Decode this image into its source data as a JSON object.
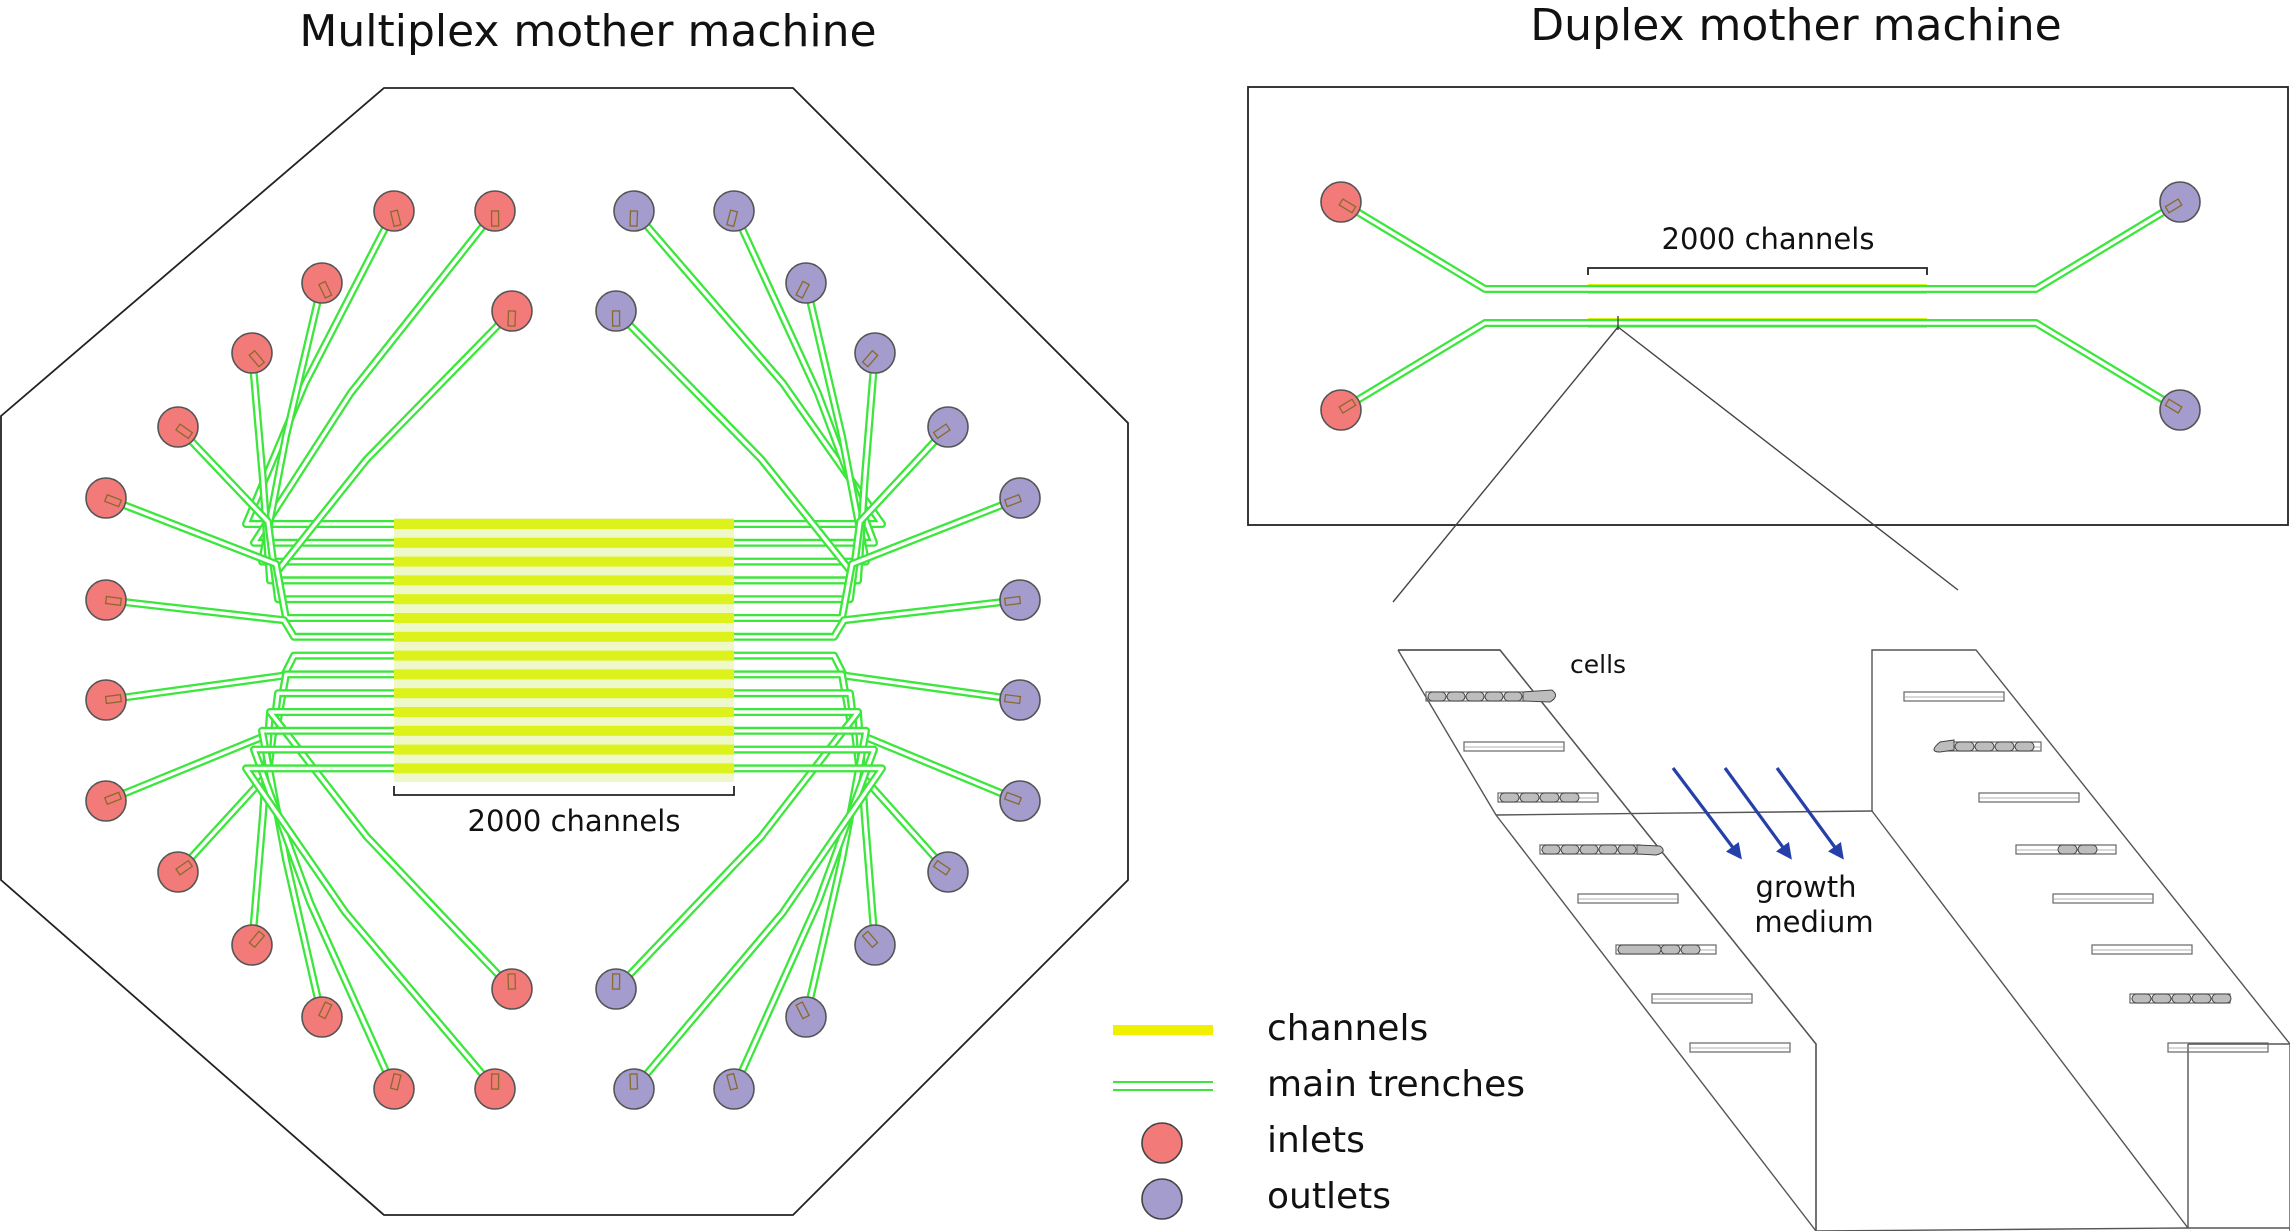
{
  "titles": {
    "multiplex": "Multiplex mother machine",
    "duplex": "Duplex mother machine"
  },
  "labels": {
    "multiplex_channels": "2000 channels",
    "duplex_channels": "2000 channels",
    "cells": "cells",
    "growth": "growth",
    "medium": "medium"
  },
  "legend": {
    "channels": "channels",
    "trenches": "main trenches",
    "inlets": "inlets",
    "outlets": "outlets"
  },
  "colors": {
    "inlet": "#f27a78",
    "outlet": "#a39ccc",
    "trench": "#3ce63c",
    "channel": "#dcf21a",
    "channel_legend": "#f0f000",
    "arrow": "#2640aa"
  },
  "counts": {
    "multiplex_trench_pairs": 14
  }
}
